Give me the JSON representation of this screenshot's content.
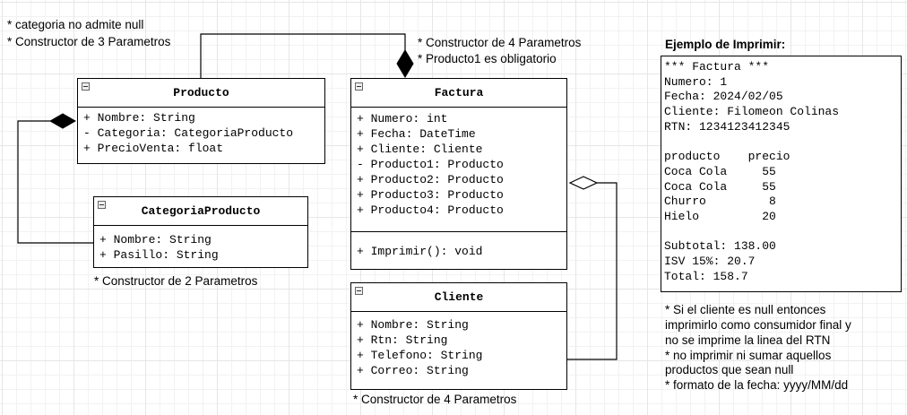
{
  "notes": {
    "producto_note_1": "* categoria no admite null",
    "producto_note_2": "* Constructor de 3 Parametros",
    "factura_note_1": "* Constructor de 4 Parametros",
    "factura_note_2": "* Producto1 es obligatorio",
    "categoria_note": "* Constructor de 2 Parametros",
    "cliente_note": "* Constructor de 4 Parametros",
    "rules": [
      "* Si el cliente es null entonces",
      "imprimirlo como consumidor final y",
      "no se imprime la linea del RTN",
      "* no imprimir ni sumar aquellos",
      "productos que sean null",
      "* formato de la fecha: yyyy/MM/dd"
    ]
  },
  "classes": {
    "producto": {
      "name": "Producto",
      "attributes": [
        "+ Nombre: String",
        "- Categoria: CategoriaProducto",
        "+ PrecioVenta: float"
      ]
    },
    "factura": {
      "name": "Factura",
      "attributes": [
        "+ Numero: int",
        "+ Fecha: DateTime",
        "+ Cliente: Cliente",
        "- Producto1: Producto",
        "+ Producto2: Producto",
        "+ Producto3: Producto",
        "+ Producto4: Producto"
      ],
      "operations": [
        "+ Imprimir(): void"
      ]
    },
    "categoria": {
      "name": "CategoriaProducto",
      "attributes": [
        "+ Nombre: String",
        "+ Pasillo: String"
      ]
    },
    "cliente": {
      "name": "Cliente",
      "attributes": [
        "+ Nombre: String",
        "+ Rtn: String",
        "+ Telefono: String",
        "+ Correo: String"
      ]
    }
  },
  "print_example": {
    "title": "Ejemplo de Imprimir:",
    "lines": [
      "*** Factura ***",
      "Numero: 1",
      "Fecha: 2024/02/05",
      "Cliente: Filomeon Colinas",
      "RTN: 1234123412345",
      "",
      "producto    precio",
      "Coca Cola     55",
      "Coca Cola     55",
      "Churro         8",
      "Hielo         20",
      "",
      "Subtotal: 138.00",
      "ISV 15%: 20.7",
      "Total: 158.7"
    ]
  }
}
